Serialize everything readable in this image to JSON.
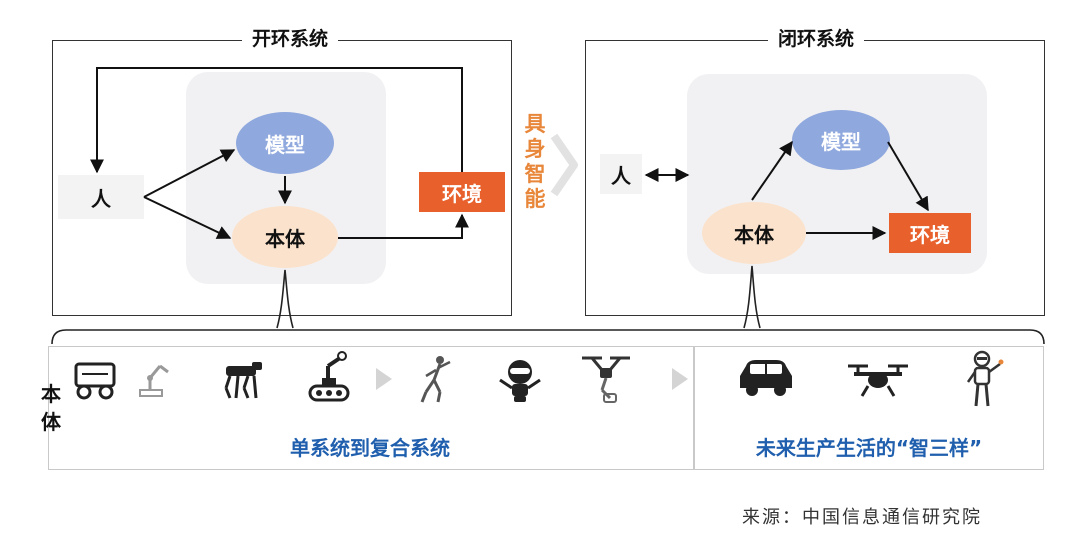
{
  "open_loop": {
    "title": "开环系统",
    "person": "人",
    "model": "模型",
    "body": "本体",
    "environment": "环境"
  },
  "middle_label": [
    "具",
    "身",
    "智",
    "能"
  ],
  "closed_loop": {
    "title": "闭环系统",
    "person": "人",
    "model": "模型",
    "body": "本体",
    "environment": "环境"
  },
  "bottom": {
    "side_label": [
      "本",
      "体"
    ],
    "left_caption": "单系统到复合系统",
    "right_caption": "未来生产生活的“智三样”",
    "left_icons": [
      "wheeled-robot-icon",
      "robot-arm-icon",
      "quadruped-robot-icon",
      "tracked-robot-icon",
      "humanoid-robot-icon",
      "round-robot-icon",
      "drone-with-arm-icon"
    ],
    "right_icons": [
      "car-icon",
      "drone-icon",
      "humanoid-icon"
    ]
  },
  "source": "来源：中国信息通信研究院",
  "colors": {
    "model": "#8fa8dd",
    "body": "#fbe2cc",
    "environment": "#e8602c",
    "middle_label": "#e8873a",
    "caption": "#1f5fae"
  }
}
